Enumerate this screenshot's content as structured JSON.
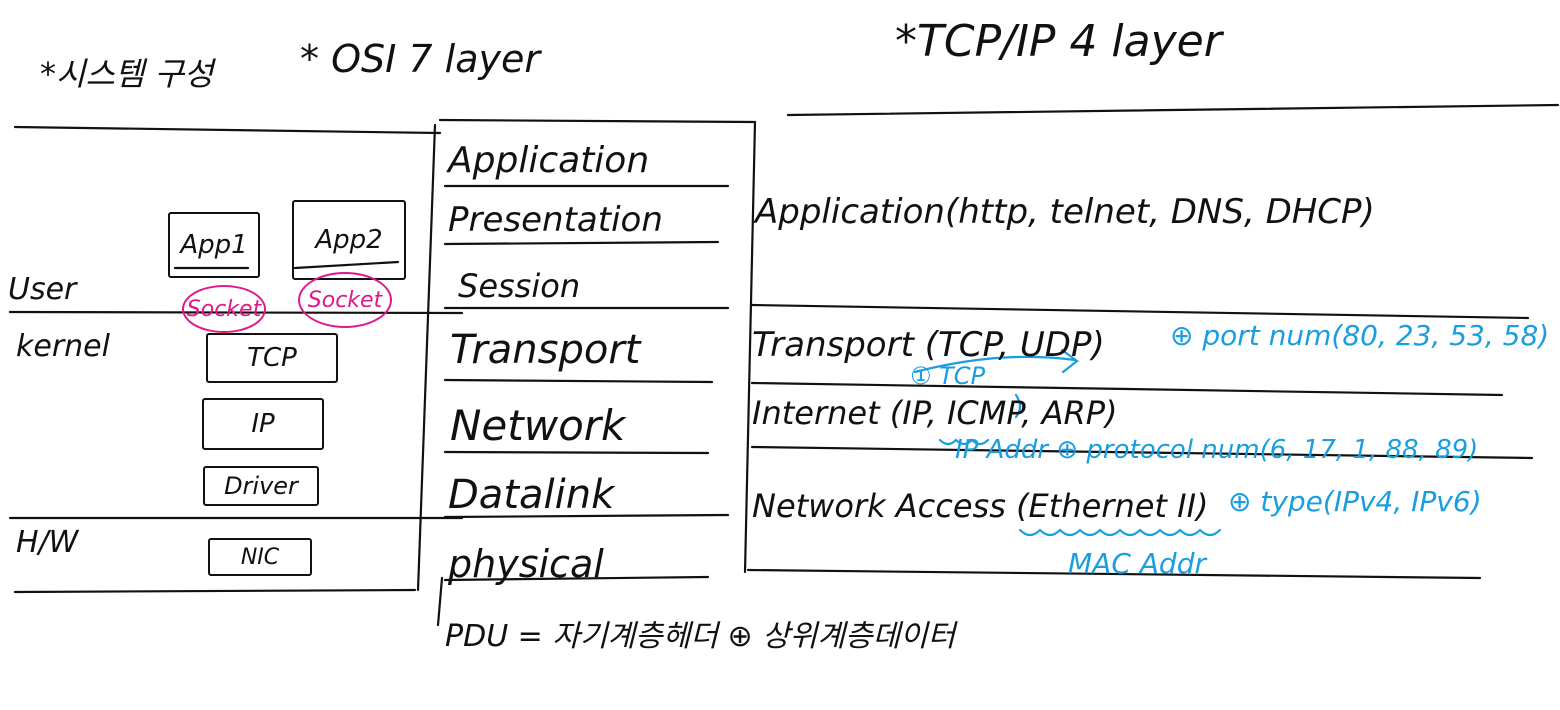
{
  "colors": {
    "ink": "#111111",
    "pink": "#e0188a",
    "blue": "#1a9ee0"
  },
  "headings": {
    "left": "*시스템 구성",
    "osi": "* OSI 7 layer",
    "tcpip": "*TCP/IP 4 layer"
  },
  "system": {
    "user_label": "User",
    "kernel_label": "kernel",
    "hw_label": "H/W",
    "app1": "App1",
    "app2": "App2",
    "socket1": "Socket",
    "socket2": "Socket",
    "tcp": "TCP",
    "ip": "IP",
    "driver": "Driver",
    "nic": "NIC"
  },
  "osi_layers": [
    "Application",
    "Presentation",
    "Session",
    "Transport",
    "Network",
    "Datalink",
    "physical"
  ],
  "tcpip_layers": {
    "application": "Application(http, telnet, DNS, DHCP)",
    "transport": "Transport (TCP, UDP)",
    "transport_note": "⊕ port num(80, 23, 53, 58)",
    "transport_sub": "① TCP",
    "internet": "Internet (IP, ICMP, ARP)",
    "internet_note": "IP Addr ⊕ protocol num(6, 17, 1, 88, 89)",
    "network_access": "Network Access (Ethernet II)",
    "network_access_note": "⊕ type(IPv4, IPv6)",
    "network_access_sub": "MAC Addr"
  },
  "pdu_note": "PDU = 자기계층헤더 ⊕ 상위계층데이터"
}
